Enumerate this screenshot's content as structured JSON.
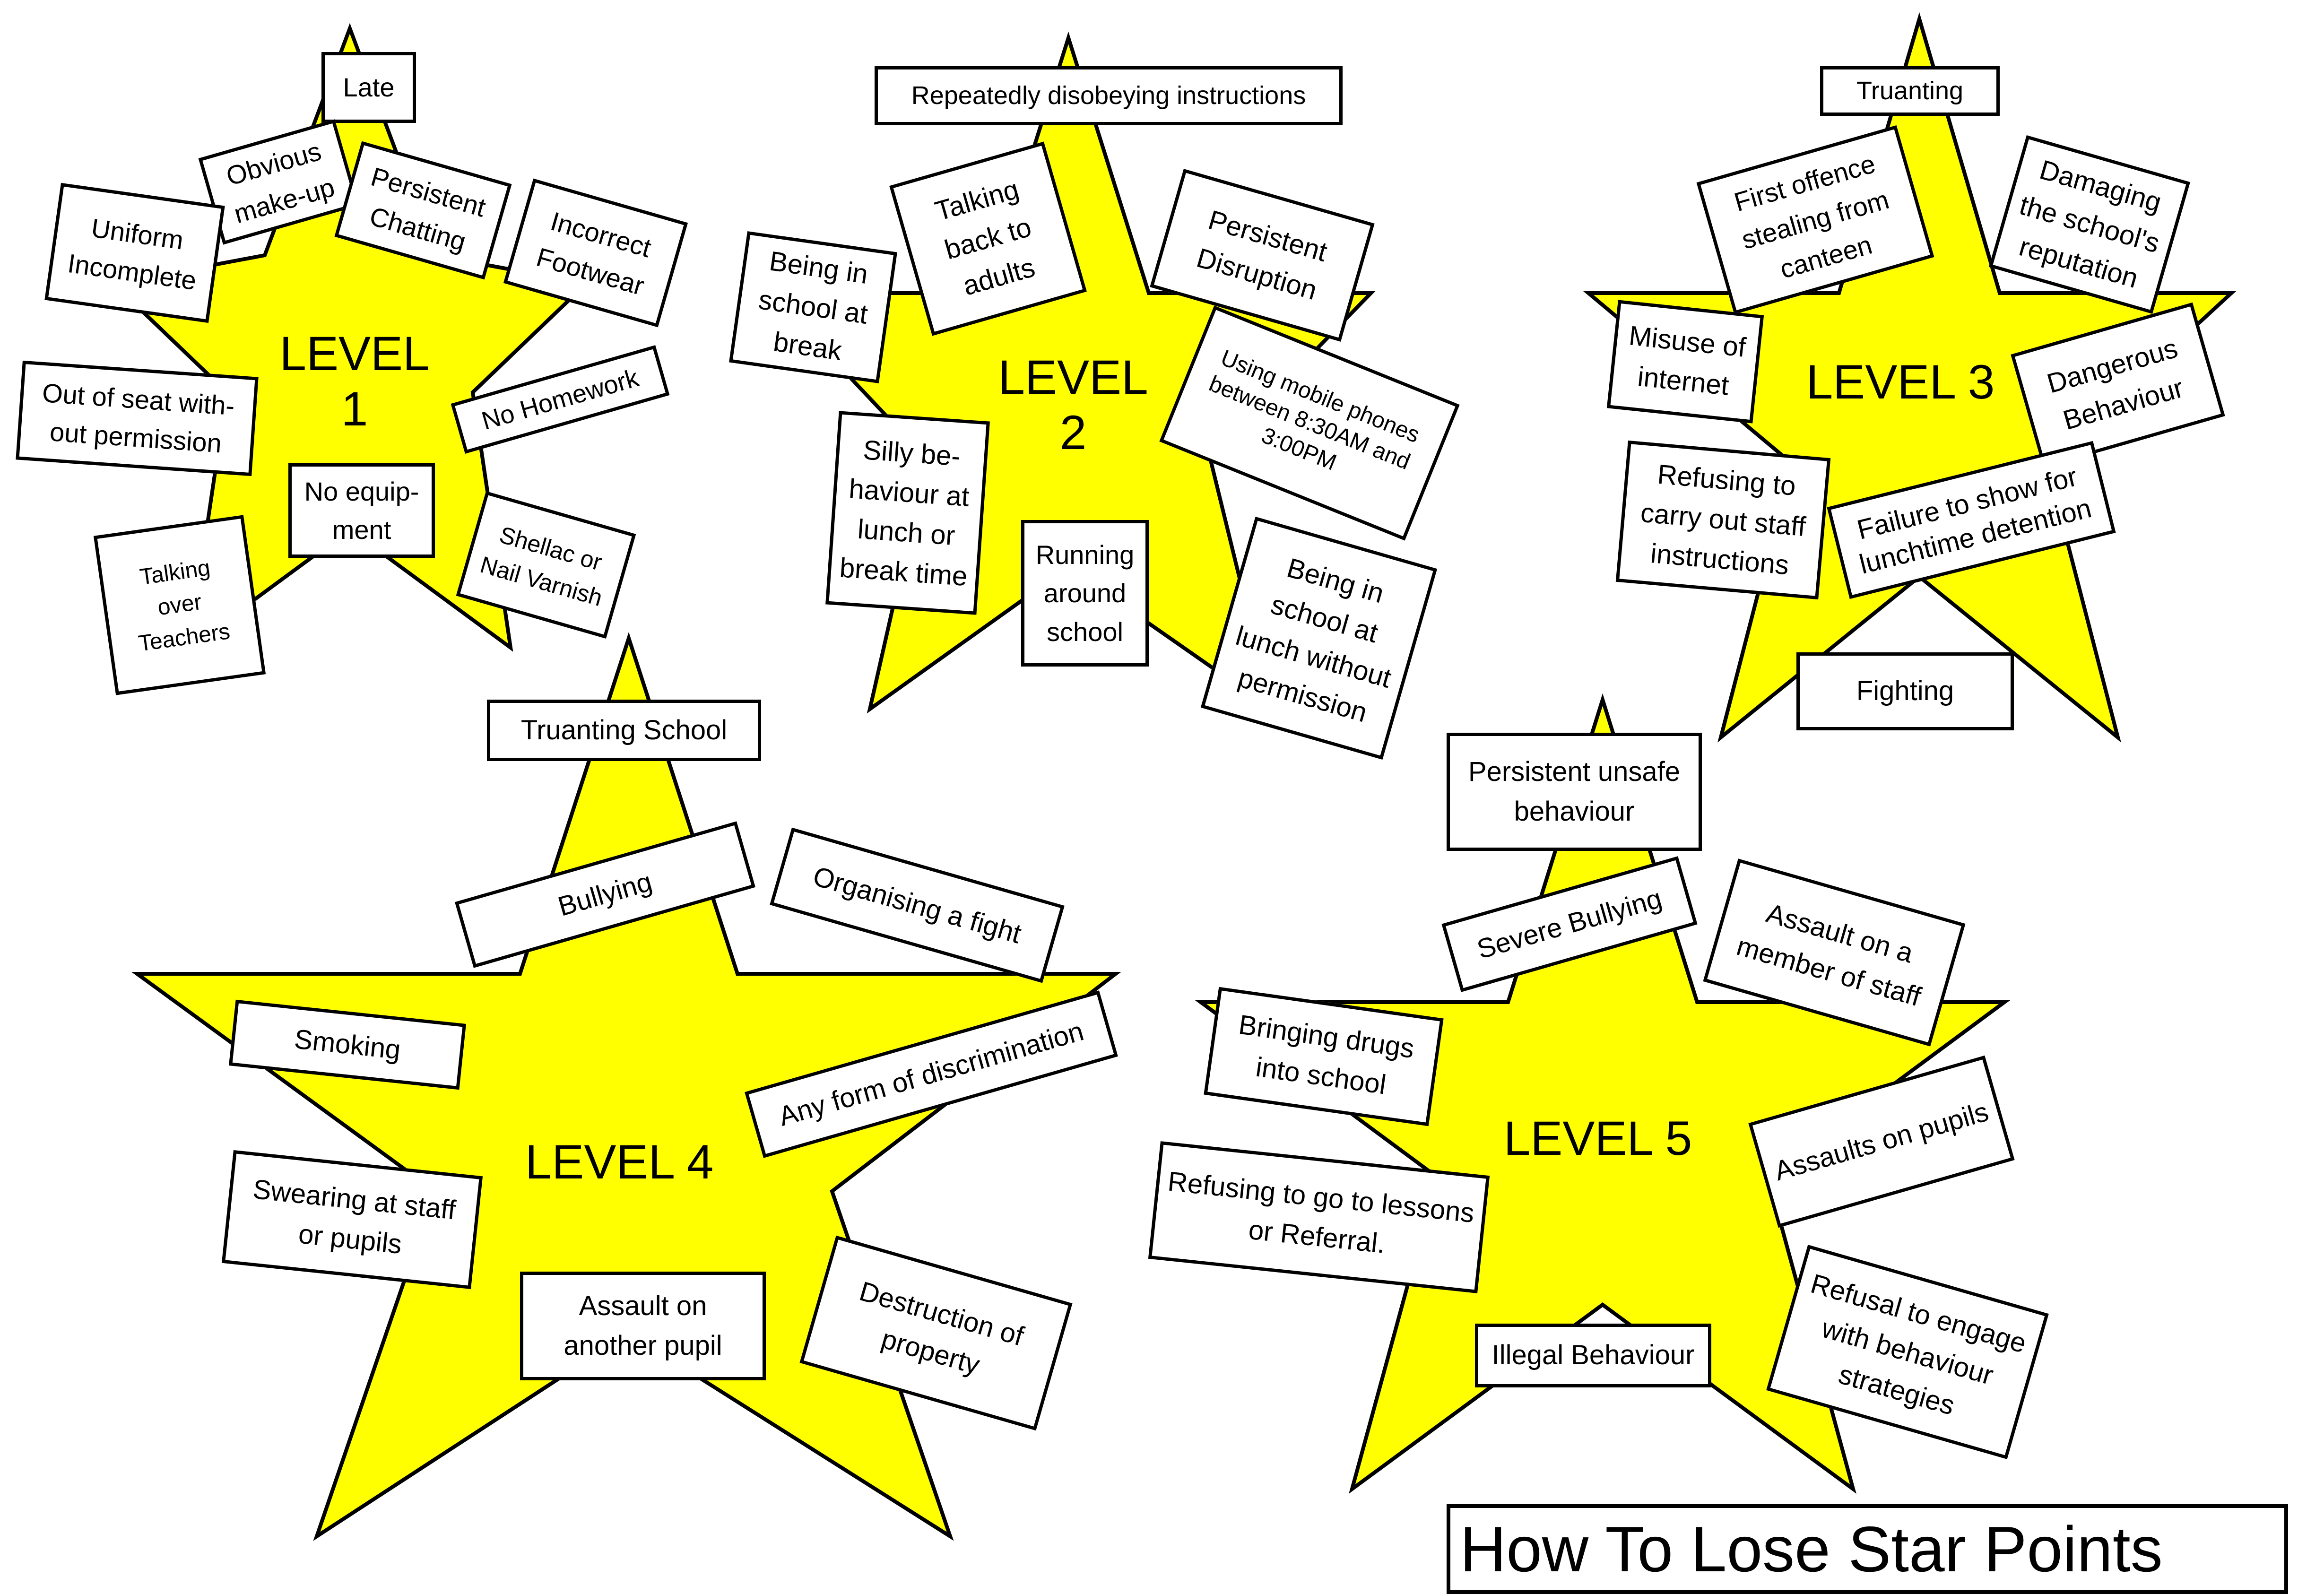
{
  "title": "How To Lose Star Points",
  "star_color": "#ffff00",
  "levels": [
    {
      "label": "LEVEL\n1",
      "items": [
        "Late",
        "Obvious\nmake-up",
        "Persistent\nChatting",
        "Uniform\nIncomplete",
        "Incorrect\nFootwear",
        "Out of seat with-\nout permission",
        "No Homework",
        "No equip-\nment",
        "Shellac or\nNail Varnish",
        "Talking\nover\nTeachers"
      ]
    },
    {
      "label": "LEVEL\n2",
      "items": [
        "Repeatedly disobeying instructions",
        "Talking\nback to\nadults",
        "Persistent\nDisruption",
        "Being in\nschool at\nbreak",
        "Using mobile phones\nbetween 8:30AM and\n3:00PM",
        "Silly be-\nhaviour at\nlunch or\nbreak time",
        "Running\naround\nschool",
        "Being in\nschool at\nlunch without\npermission"
      ]
    },
    {
      "label": "LEVEL 3",
      "items": [
        "Truanting",
        "First offence\nstealing from\ncanteen",
        "Damaging\nthe school's\nreputation",
        "Misuse of\ninternet",
        "Dangerous\nBehaviour",
        "Refusing to\ncarry out staff\ninstructions",
        "Failure to show for\nlunchtime detention",
        "Fighting"
      ]
    },
    {
      "label": "LEVEL 4",
      "items": [
        "Truanting School",
        "Bullying",
        "Organising a fight",
        "Smoking",
        "Any form of discrimination",
        "Swearing at staff\nor pupils",
        "Assault on\nanother pupil",
        "Destruction of\nproperty"
      ]
    },
    {
      "label": "LEVEL 5",
      "items": [
        "Persistent unsafe\nbehaviour",
        "Severe Bullying",
        "Assault on a\nmember of staff",
        "Bringing drugs\ninto school",
        "Assaults on pupils",
        "Refusing to go to lessons\nor Referral.",
        "Illegal Behaviour",
        "Refusal to engage\nwith behaviour\nstrategies"
      ]
    }
  ]
}
